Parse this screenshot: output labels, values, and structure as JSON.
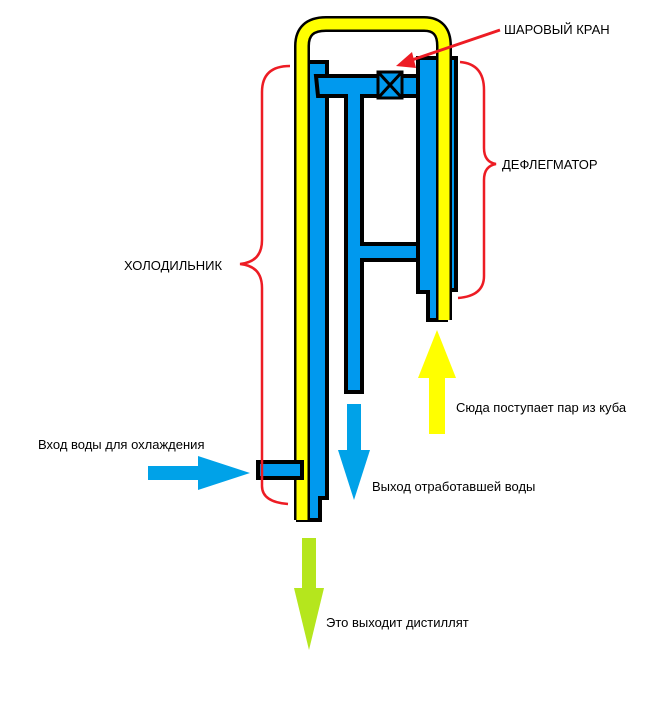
{
  "labels": {
    "ball_valve": "ШАРОВЫЙ КРАН",
    "dephlegmator": "ДЕФЛЕГМАТОР",
    "condenser": "ХОЛОДИЛЬНИК",
    "water_inlet": "Вход воды для охлаждения",
    "water_outlet": "Выход отработавшей воды",
    "vapor_inlet": "Сюда поступает пар из куба",
    "distillate_outlet": "Это выходит дистиллят"
  },
  "colors": {
    "vapor_pipe": "#ffff00",
    "water": "#0099ee",
    "water_arrow": "#00a2e8",
    "vapor_arrow": "#ffff00",
    "distillate_arrow": "#b5e61d",
    "brace": "#ed1c24",
    "outline": "#000000"
  },
  "icons": {
    "valve": "ball-valve-icon"
  }
}
